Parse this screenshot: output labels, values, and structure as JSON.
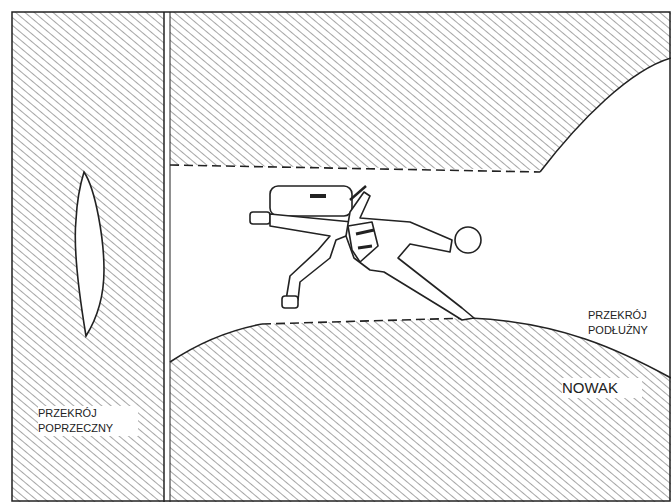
{
  "diagram": {
    "labels": [
      "PRZEKRÓJ POPRZECZNY",
      "PRZEKRÓJ PODŁUŻNY",
      "NOWAK"
    ]
  }
}
